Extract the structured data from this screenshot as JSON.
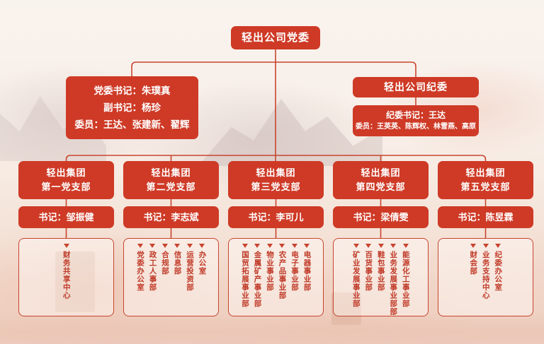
{
  "colors": {
    "box_red": "#ce3a26",
    "line_red": "#c8452f",
    "leaf_text_red": "#c03a28",
    "background_cream": "#f8efe8",
    "background_pink": "#eccfc0"
  },
  "chart": {
    "root_label": "轻出公司党委",
    "party_committee": {
      "lines": [
        "党委书记：朱璞真",
        "副书记：杨珍",
        "委员：王达、张建新、翟辉"
      ]
    },
    "discipline_committee": {
      "title": "轻出公司纪委",
      "secretary_line": "纪委书记：王达",
      "members_line": "委员：王英英、陈辉权、林雪燕、高原"
    },
    "branches": [
      {
        "title_line1": "轻出集团",
        "title_line2": "第一党支部",
        "secretary": "书记：邹振健",
        "departments": [
          "财务共享中心"
        ]
      },
      {
        "title_line1": "轻出集团",
        "title_line2": "第二党支部",
        "secretary": "书记：李志斌",
        "departments": [
          "党委办公室",
          "政工人事部",
          "合规部",
          "信息部",
          "运营投资部",
          "办公室"
        ]
      },
      {
        "title_line1": "轻出集团",
        "title_line2": "第三党支部",
        "secretary": "书记：李可儿",
        "departments": [
          "国贸拓展事业部",
          "金属矿产事业部",
          "物业事业部",
          "农产品事业部",
          "电子事业部",
          "电器事业部"
        ]
      },
      {
        "title_line1": "轻出集团",
        "title_line2": "第四党支部",
        "secretary": "书记：梁倩雯",
        "departments": [
          "矿业发展事业部",
          "百货事业部",
          "鞋包事业部",
          "业务发展事业部部",
          "能源化工事业部"
        ]
      },
      {
        "title_line1": "轻出集团",
        "title_line2": "第五党支部",
        "secretary": "书记：陈昱霖",
        "departments": [
          "财会部",
          "业务支持中心",
          "纪委办公室"
        ]
      }
    ]
  }
}
